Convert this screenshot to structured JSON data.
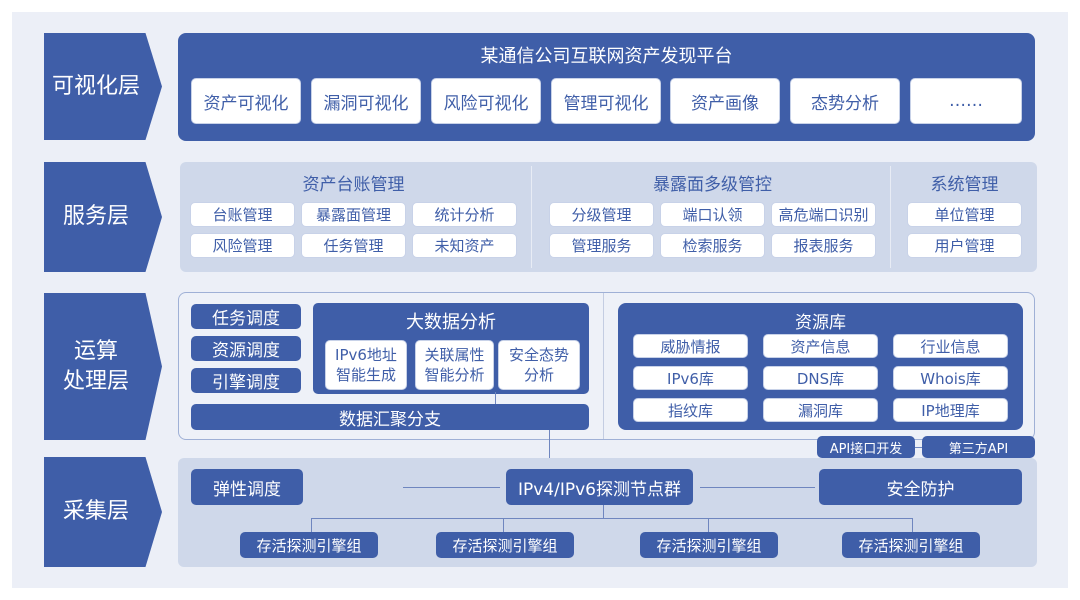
{
  "layers": {
    "visual": "可视化层",
    "service": "服务层",
    "compute": "运算\n处理层",
    "collect": "采集层"
  },
  "visual": {
    "title": "某通信公司互联网资产发现平台",
    "items": [
      "资产可视化",
      "漏洞可视化",
      "风险可视化",
      "管理可视化",
      "资产画像",
      "态势分析",
      "……"
    ]
  },
  "service": {
    "groups": [
      {
        "title": "资产台账管理",
        "items": [
          "台账管理",
          "暴露面管理",
          "统计分析",
          "风险管理",
          "任务管理",
          "未知资产"
        ]
      },
      {
        "title": "暴露面多级管控",
        "items": [
          "分级管理",
          "端口认领",
          "高危端口识别",
          "管理服务",
          "检索服务",
          "报表服务"
        ]
      },
      {
        "title": "系统管理",
        "items": [
          "单位管理",
          "用户管理"
        ]
      }
    ]
  },
  "compute": {
    "schedule": [
      "任务调度",
      "资源调度",
      "引擎调度"
    ],
    "bigdata": {
      "title": "大数据分析",
      "items": [
        "IPv6地址\n智能生成",
        "关联属性\n智能分析",
        "安全态势\n分析"
      ]
    },
    "aggregate": "数据汇聚分支",
    "repo": {
      "title": "资源库",
      "items": [
        "威胁情报",
        "资产信息",
        "行业信息",
        "IPv6库",
        "DNS库",
        "Whois库",
        "指纹库",
        "漏洞库",
        "IP地理库"
      ]
    }
  },
  "api": [
    "API接口开发",
    "第三方API"
  ],
  "collect": {
    "elastic": "弹性调度",
    "nodes": "IPv4/IPv6探测节点群",
    "security": "安全防护",
    "engines": [
      "存活探测引擎组",
      "存活探测引擎组",
      "存活探测引擎组",
      "存活探测引擎组"
    ]
  }
}
